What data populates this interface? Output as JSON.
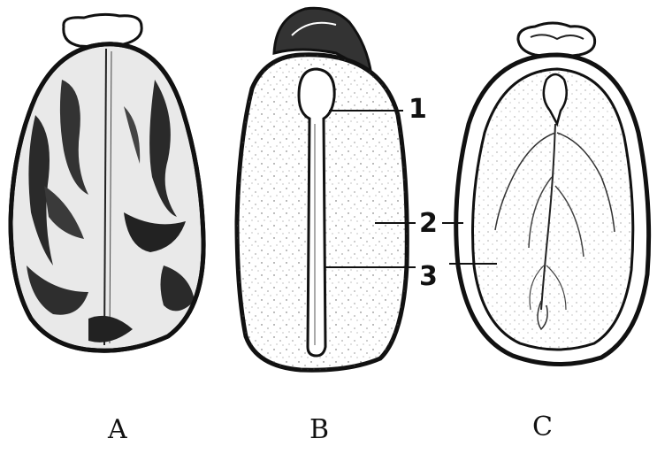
{
  "panels": [
    {
      "caption": "A"
    },
    {
      "caption": "B",
      "callouts": [
        "1",
        "2",
        "3"
      ]
    },
    {
      "caption": "C"
    }
  ]
}
